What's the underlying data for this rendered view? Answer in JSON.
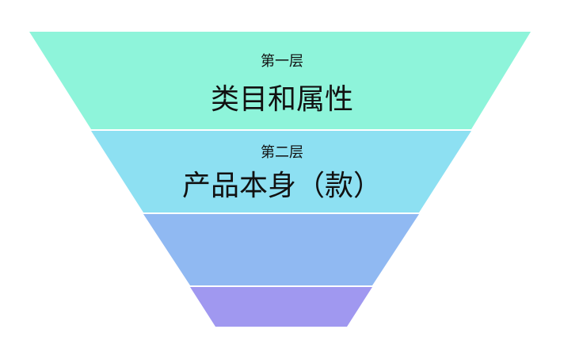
{
  "funnel": {
    "layers": [
      {
        "subtitle": "第一层",
        "title": "类目和属性",
        "color": "#8ef4da"
      },
      {
        "subtitle": "第二层",
        "title": "产品本身（款）",
        "color": "#8de0f2"
      },
      {
        "color": "#90b9f2"
      },
      {
        "color": "#a098f0"
      }
    ]
  }
}
